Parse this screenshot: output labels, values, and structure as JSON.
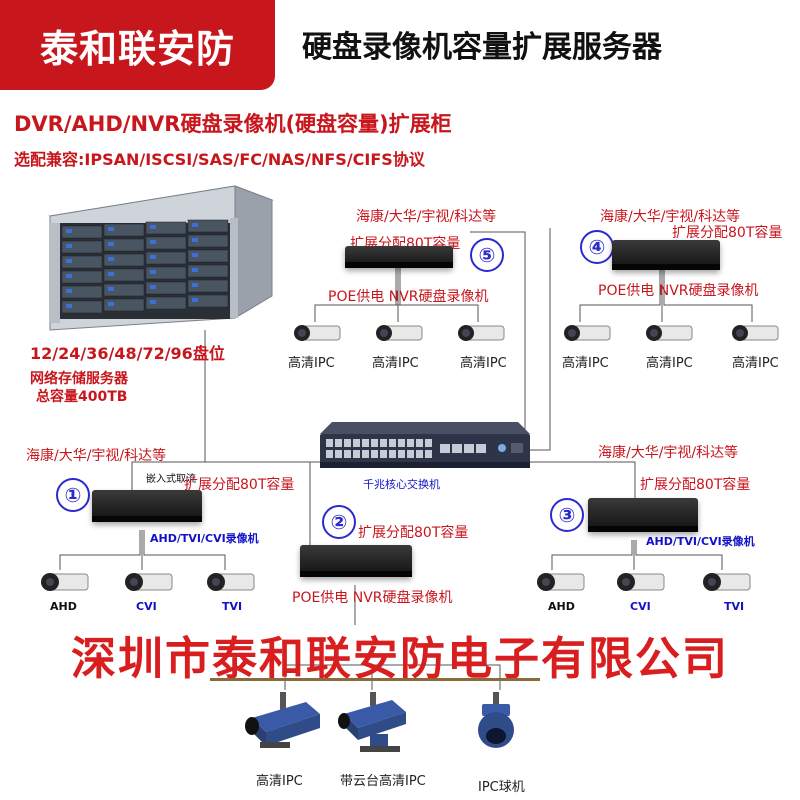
{
  "logo": {
    "text": "泰和联安防"
  },
  "title": "硬盘录像机容量扩展服务器",
  "subtitle_1": "DVR/AHD/NVR硬盘录像机(硬盘容量)扩展柜",
  "subtitle_2": "选配兼容:IPSAN/ISCSI/SAS/FC/NAS/NFS/CIFS协议",
  "storage": {
    "bays": "12/24/36/48/72/96盘位",
    "type": "网络存储服务器",
    "capacity": "总容量400TB"
  },
  "switch": {
    "label": "千兆核心交换机"
  },
  "groups": [
    {
      "badge": "①",
      "brand": "海康/大华/宇视/科达等",
      "capacity": "扩展分配80T容量",
      "recorder_type": "AHD/TVI/CVI录像机",
      "recorder_sticker": "嵌入式取流",
      "cameras": [
        "AHD",
        "CVI",
        "TVI"
      ]
    },
    {
      "badge": "②",
      "capacity": "扩展分配80T容量",
      "recorder_type": "POE供电 NVR硬盘录像机"
    },
    {
      "badge": "③",
      "brand": "海康/大华/宇视/科达等",
      "capacity": "扩展分配80T容量",
      "recorder_type": "AHD/TVI/CVI录像机",
      "cameras": [
        "AHD",
        "CVI",
        "TVI"
      ]
    },
    {
      "badge": "④",
      "brand": "海康/大华/宇视/科达等",
      "capacity": "扩展分配80T容量",
      "recorder_type": "POE供电 NVR硬盘录像机",
      "cameras": [
        "高清IPC",
        "高清IPC",
        "高清IPC"
      ]
    },
    {
      "badge": "⑤",
      "brand": "海康/大华/宇视/科达等",
      "capacity": "扩展分配80T容量",
      "recorder_type": "POE供电 NVR硬盘录像机",
      "cameras": [
        "高清IPC",
        "高清IPC",
        "高清IPC"
      ]
    }
  ],
  "company": "深圳市泰和联安防电子有限公司",
  "bottom_cameras": [
    "高清IPC",
    "带云台高清IPC",
    "IPC球机"
  ],
  "colors": {
    "brand_red": "#c8161d",
    "label_red": "#d81e1e",
    "badge_blue": "#2a2ad0",
    "tech_blue": "#1212c8",
    "company_divider": "#8a6a3a"
  }
}
